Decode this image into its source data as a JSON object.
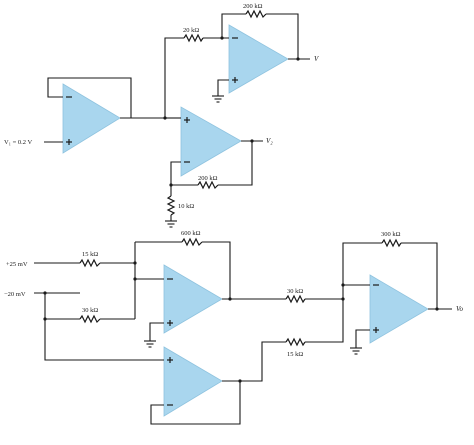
{
  "labels": {
    "r_top_feedback": "200 kΩ",
    "r_top_input": "20 kΩ",
    "out_top": "V",
    "v1_source": "V₁ = 0.2 V",
    "out_v2": "V₂",
    "r_mid_feedback": "200 kΩ",
    "r_mid_ground": "10 kΩ",
    "r_600": "600 kΩ",
    "r_300": "300 kΩ",
    "in_25mv": "+25 mV",
    "r_15_in": "15 kΩ",
    "in_neg20mv": "−20 mV",
    "r_30_in": "30 kΩ",
    "r_30_mid": "30 kΩ",
    "r_15_mid": "15 kΩ",
    "out_vo": "Vo"
  }
}
